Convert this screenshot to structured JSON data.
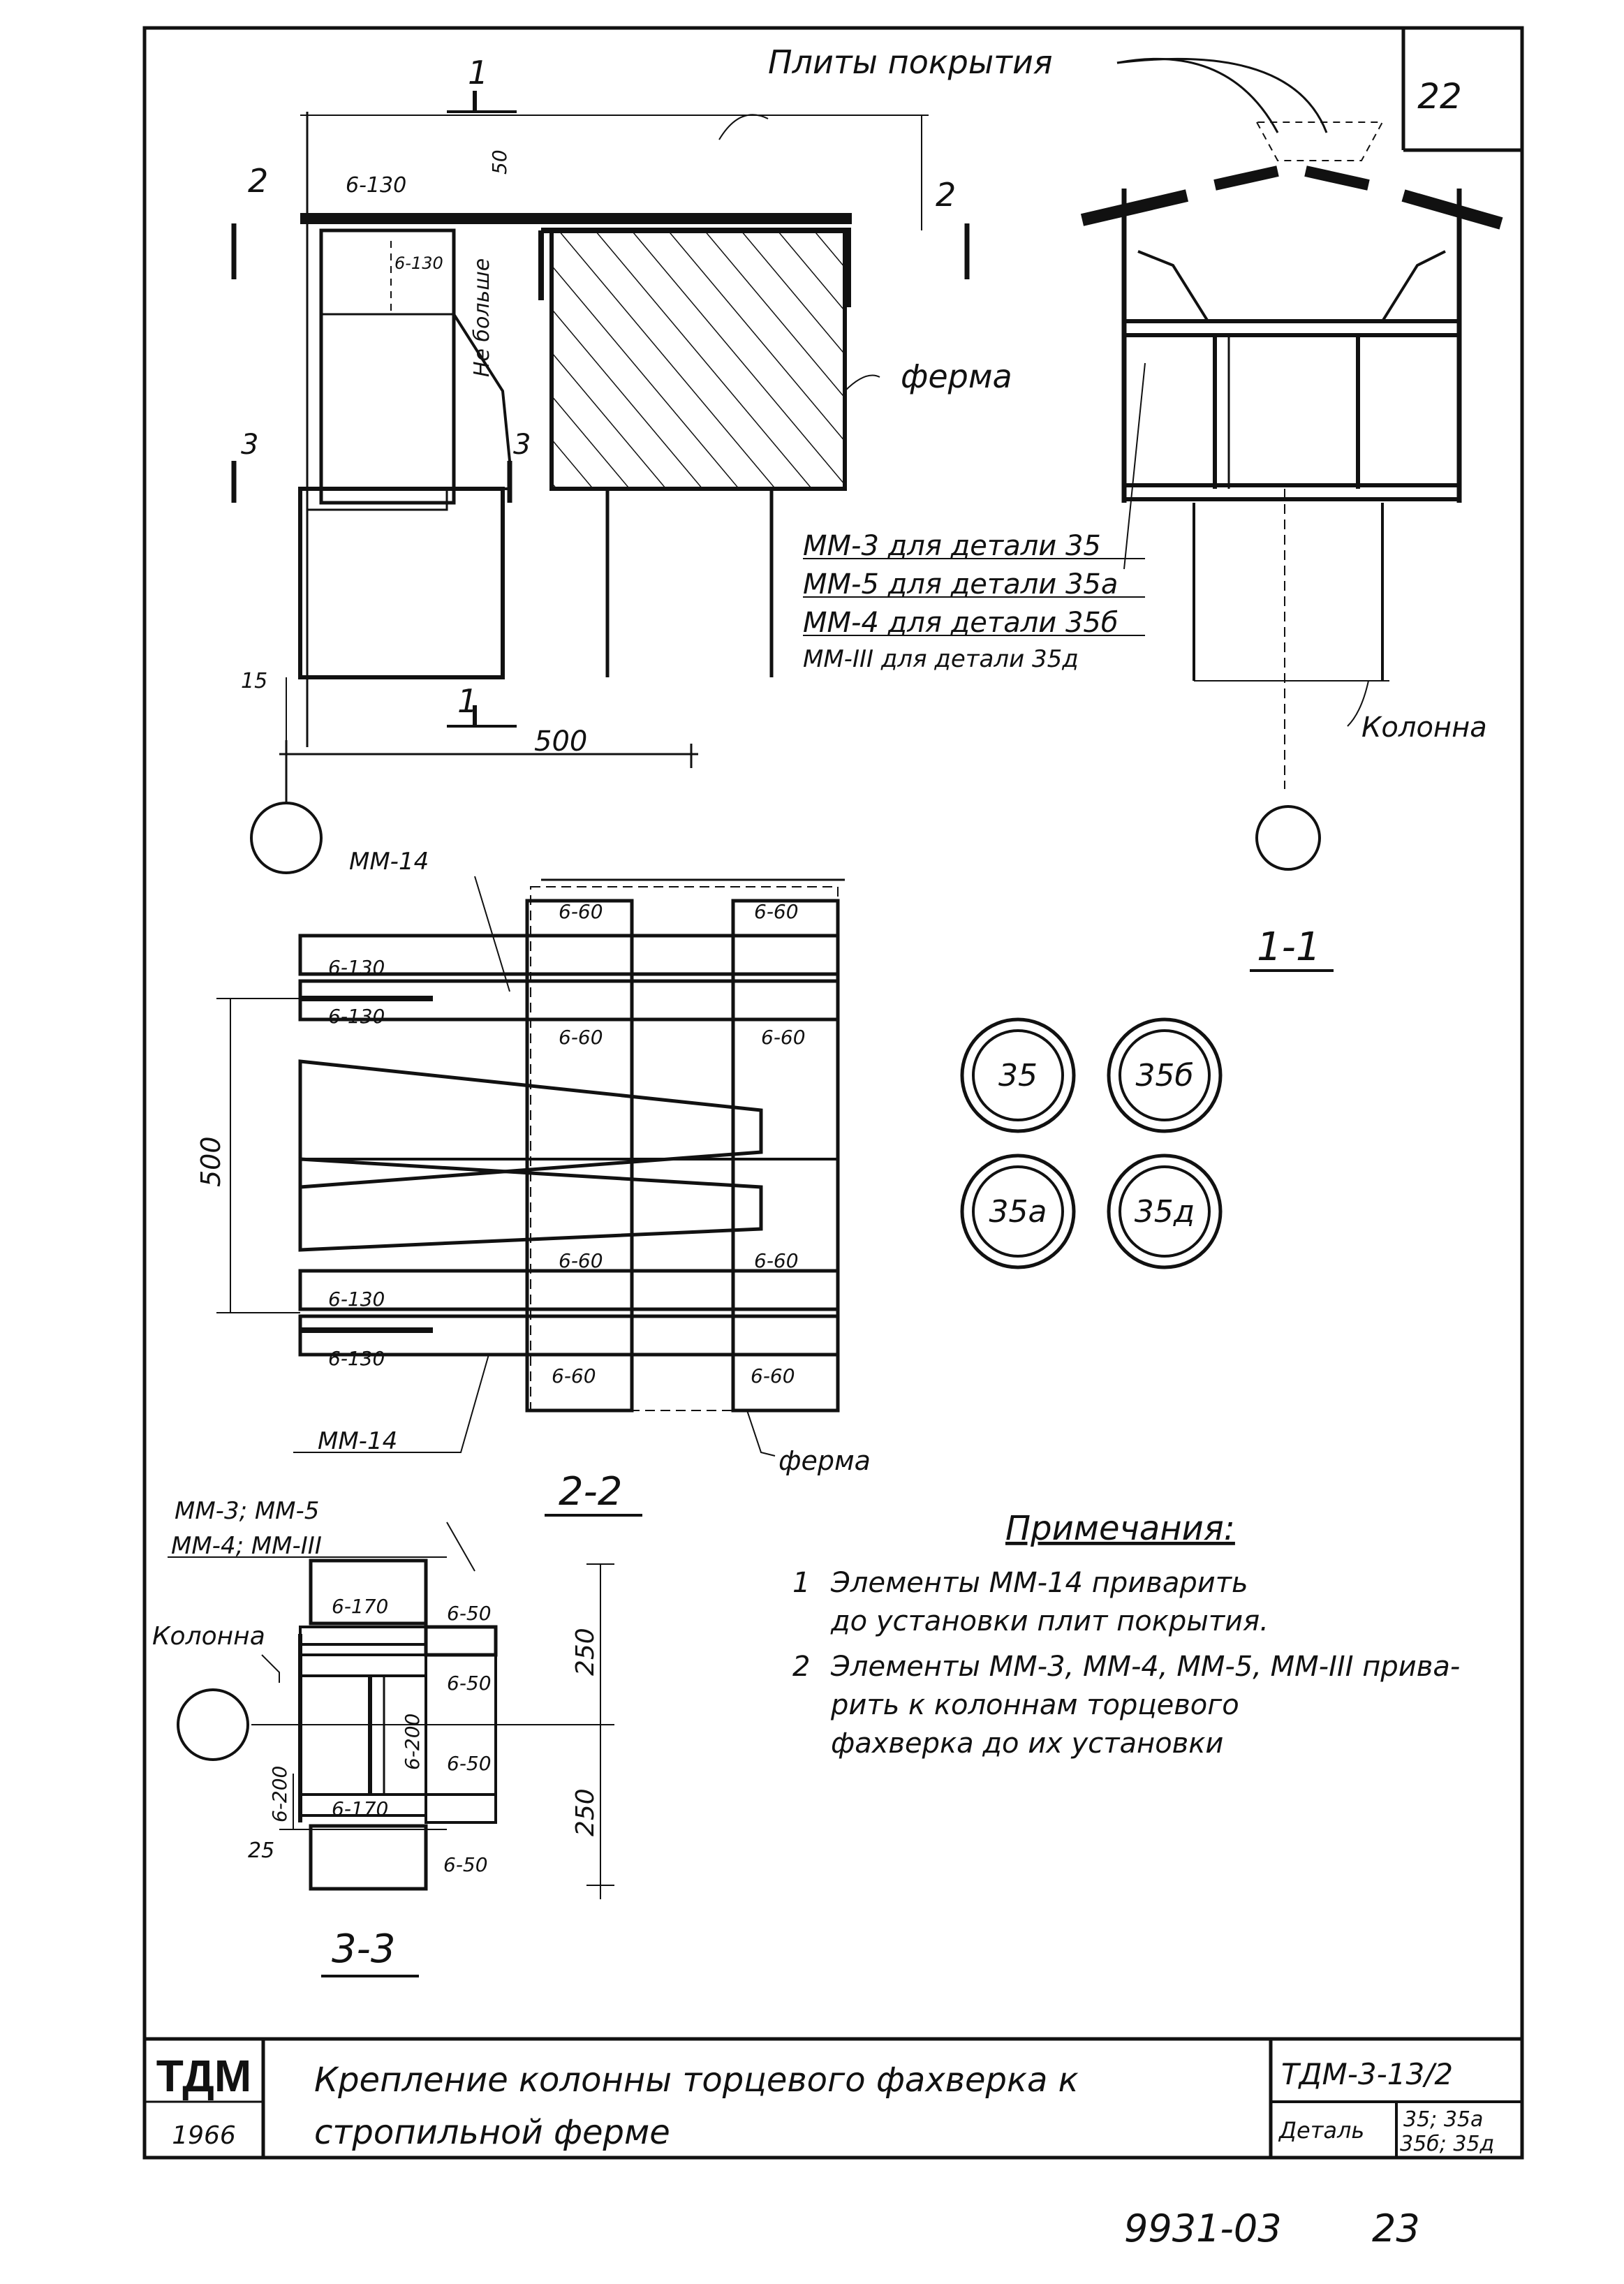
{
  "sheet_number": "22",
  "labels": {
    "cover_slabs": "Плиты покрытия",
    "truss": "ферма",
    "truss_bottom": "ферма",
    "column": "Колонна",
    "column_33": "Колонна",
    "not_more": "Не больше",
    "weld_top": "6-130",
    "weld_small": "6-130",
    "dim_50": "50",
    "dim_15": "15",
    "dim_500_top": "500",
    "dim_500_side": "500",
    "dim_250_a": "250",
    "dim_250_b": "250",
    "dim_25": "25",
    "elements_line_1": "ММ-3 для детали 35",
    "elements_line_2": "ММ-5 для детали 35а",
    "elements_line_3": "ММ-4 для детали 35б",
    "elements_line_4": "ММ-III для детали 35д",
    "cut_1": "1",
    "cut_2": "2",
    "cut_3": "3",
    "mm14_top": "ММ-14",
    "mm14_bottom": "ММ-14",
    "w_6_60": "6-60",
    "w_6_130": "6-130",
    "w_6_170": "6-170",
    "w_6_50": "6-50",
    "w_6_200": "6-200",
    "mm_3_5": "ММ-3; ММ-5",
    "mm_4_111": "ММ-4; ММ-III"
  },
  "section_titles": {
    "s11": "1-1",
    "s22": "2-2",
    "s33": "3-3"
  },
  "details": [
    "35",
    "35б",
    "35а",
    "35д"
  ],
  "notes": {
    "title": "Примечания:",
    "n1_num": "1",
    "n1_line1": "Элементы ММ-14 приварить",
    "n1_line2": "до установки плит покрытия.",
    "n2_num": "2",
    "n2_line1": "Элементы ММ-3, ММ-4, ММ-5, ММ-III прива-",
    "n2_line2": "рить к колоннам торцевого",
    "n2_line3": "фахверка до их установки"
  },
  "title_block": {
    "logo": "ТДМ",
    "year": "1966",
    "title_line1": "Крепление колонны торцевого фахверка к",
    "title_line2": "стропильной ферме",
    "code": "ТДМ-3-13/2",
    "detail_label": "Деталь",
    "detail_nums_1": "35; 35а",
    "detail_nums_2": "35б; 35д"
  },
  "footer": {
    "archive_no": "9931-03",
    "page_no": "23"
  }
}
